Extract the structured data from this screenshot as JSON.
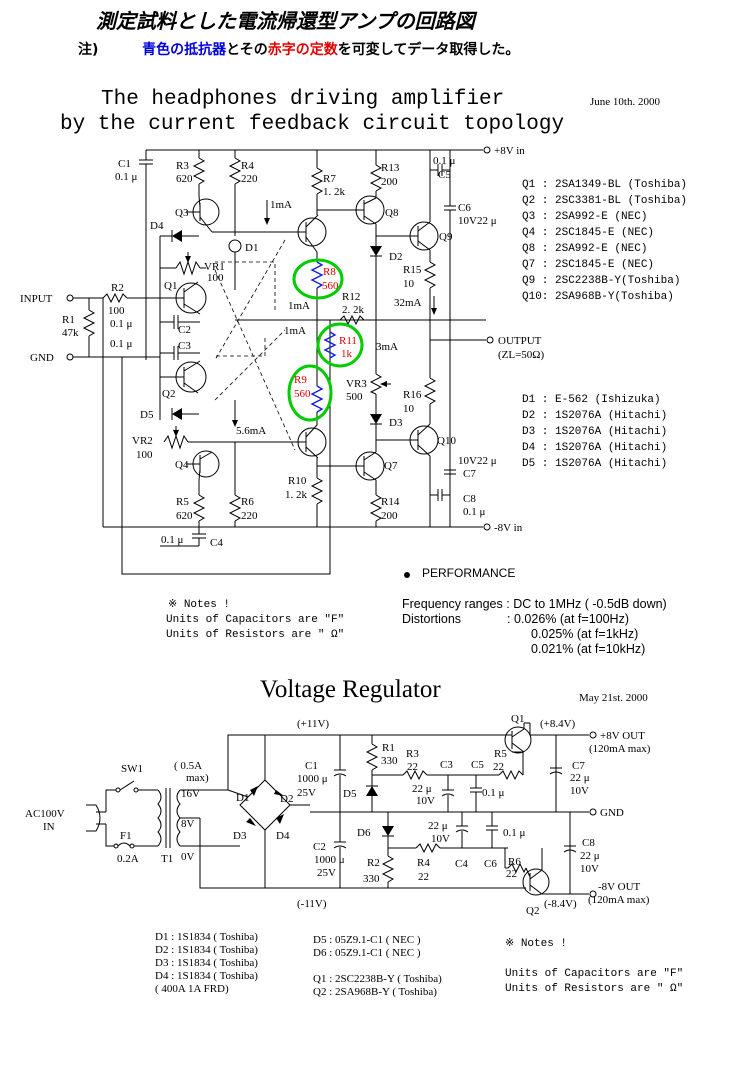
{
  "title_jp": "測定試料とした電流帰還型アンプの回路図",
  "note_jp": {
    "prefix": "注)",
    "p1": "青色の抵抗器",
    "p2": "とその",
    "p3": "赤字の定数",
    "p4": "を可変してデータ取得した。"
  },
  "amp": {
    "title_line1": "The headphones driving amplifier",
    "title_line2": "by the current feedback circuit topology",
    "date": "June 10th. 2000",
    "rail_pos": "+8V in",
    "rail_neg": "-8V in",
    "input": "INPUT",
    "gnd": "GND",
    "output": "OUTPUT",
    "output_z": "(ZL=50Ω)",
    "labels": {
      "C1": "C1",
      "C1v": "0.1 μ",
      "R3": "R3",
      "R3v": "620",
      "R4": "R4",
      "R4v": "220",
      "R7": "R7",
      "R7v": "1. 2k",
      "R13": "R13",
      "R13v": "200",
      "C5": "C5",
      "C5v": "0.1 μ",
      "C6": "C6",
      "C6v": "10V22 μ",
      "Q3": "Q3",
      "D4": "D4",
      "D1": "D1",
      "Q8": "Q8",
      "D2": "D2",
      "Q9": "Q9",
      "VR1": "VR1",
      "VR1v": "100",
      "R2": "R2",
      "R2v": "100",
      "R1": "R1",
      "R1v": "47k",
      "Q1": "Q1",
      "C2": "C2",
      "C2v": "0.1 μ",
      "C3": "C3",
      "C3v": "0.1 μ",
      "Q2": "Q2",
      "R8": "R8",
      "R8v": "560",
      "R12": "R12",
      "R12v": "2. 2k",
      "R11": "R11",
      "R11v": "1k",
      "R9": "R9",
      "R9v": "560",
      "R15": "R15",
      "R15v": "10",
      "R16": "R16",
      "R16v": "10",
      "VR3": "VR3",
      "VR3v": "500",
      "D3": "D3",
      "D5": "D5",
      "Q10": "Q10",
      "VR2": "VR2",
      "VR2v": "100",
      "Q4": "Q4",
      "Q7": "Q7",
      "R5": "R5",
      "R5v": "620",
      "R6": "R6",
      "R6v": "220",
      "R10": "R10",
      "R10v": "1. 2k",
      "R14": "R14",
      "R14v": "200",
      "C4": "C4",
      "C4v": "0.1 μ",
      "C7": "C7",
      "C7v": "10V22 μ",
      "C8": "C8",
      "C8v": "0.1 μ",
      "i1": "1mA",
      "i2": "1mA",
      "i3": "1mA",
      "i4": "5.6mA",
      "i5": "32mA",
      "i6": "3mA"
    },
    "transistors": [
      "Q1 : 2SA1349-BL (Toshiba)",
      "Q2 : 2SC3381-BL (Toshiba)",
      "Q3 : 2SA992-E (NEC)",
      "Q4 : 2SC1845-E (NEC)",
      "Q8 : 2SA992-E (NEC)",
      "Q7 : 2SC1845-E (NEC)",
      "Q9 : 2SC2238B-Y(Toshiba)",
      "Q10: 2SA968B-Y(Toshiba)"
    ],
    "diodes": [
      "D1 : E-562 (Ishizuka)",
      "D2 : 1S2076A (Hitachi)",
      "D3 : 1S2076A (Hitachi)",
      "D4 : 1S2076A (Hitachi)",
      "D5 : 1S2076A (Hitachi)"
    ],
    "notes": [
      "※ Notes !",
      "Units of Capacitors are \"F\"",
      "Units of Resistors are \" Ω\""
    ],
    "performance": {
      "heading": "PERFORMANCE",
      "freq_label": "Frequency ranges :",
      "freq_value": "DC to 1MHz ( -0.5dB down)",
      "dist_label": "Distortions",
      "dist": [
        ": 0.026% (at f=100Hz)",
        "0.025% (at f=1kHz)",
        "0.021% (at f=10kHz)"
      ]
    }
  },
  "reg": {
    "title": "Voltage Regulator",
    "date": "May 21st. 2000",
    "ac_in": [
      "AC100V",
      "IN"
    ],
    "sw1": "SW1",
    "f1": "F1",
    "f1v": "0.2A",
    "t1": "T1",
    "tr_rating": [
      "( 0.5A",
      "max)"
    ],
    "tap16": "16V",
    "tap8": "8V",
    "tap0": "0V",
    "plus11": "(+11V)",
    "minus11": "(-11V)",
    "plus84": "(+8.4V)",
    "minus84": "(-8.4V)",
    "out_pos": "+8V OUT",
    "out_pos_max": "(120mA max)",
    "out_neg": "-8V OUT",
    "out_neg_max": "(120mA max)",
    "gnd": "GND",
    "labels": {
      "D1": "D1",
      "D2": "D2",
      "D3": "D3",
      "D4": "D4",
      "D5": "D5",
      "D6": "D6",
      "C1": "C1",
      "C1v1": "1000 μ",
      "C1v2": "25V",
      "C2": "C2",
      "C2v1": "1000 μ",
      "C2v2": "25V",
      "R1": "R1",
      "R1v": "330",
      "R2": "R2",
      "R2v": "330",
      "R3": "R3",
      "R3v": "22",
      "R4": "R4",
      "R4v": "22",
      "R5": "R5",
      "R5v": "22",
      "R6": "R6",
      "R6v": "22",
      "C3": "C3",
      "C3v1": "22 μ",
      "C3v2": "10V",
      "C4": "C4",
      "C4v1": "22 μ",
      "C4v2": "10V",
      "C5": "C5",
      "C5v": "0.1 μ",
      "C6": "C6",
      "C6v": "0.1 μ",
      "C7": "C7",
      "C7v1": "22 μ",
      "C7v2": "10V",
      "C8": "C8",
      "C8v1": "22 μ",
      "C8v2": "10V",
      "Q1": "Q1",
      "Q2": "Q2"
    },
    "parts_left": [
      "D1 : 1S1834 ( Toshiba)",
      "D2 : 1S1834 ( Toshiba)",
      "D3 : 1S1834 ( Toshiba)",
      "D4 : 1S1834 ( Toshiba)",
      "( 400A 1A FRD)"
    ],
    "parts_mid": [
      "D5 : 05Z9.1-C1 ( NEC )",
      "D6 : 05Z9.1-C1 ( NEC )",
      "Q1 : 2SC2238B-Y ( Toshiba)",
      "Q2 : 2SA968B-Y ( Toshiba)"
    ],
    "notes": [
      "※ Notes !",
      "Units of Capacitors are \"F\"",
      "Units of Resistors are \" Ω\""
    ]
  },
  "colors": {
    "highlight": "#00cc00",
    "red": "#e00000",
    "blue": "#0000dd",
    "resistor_blue": "#1020e0"
  }
}
